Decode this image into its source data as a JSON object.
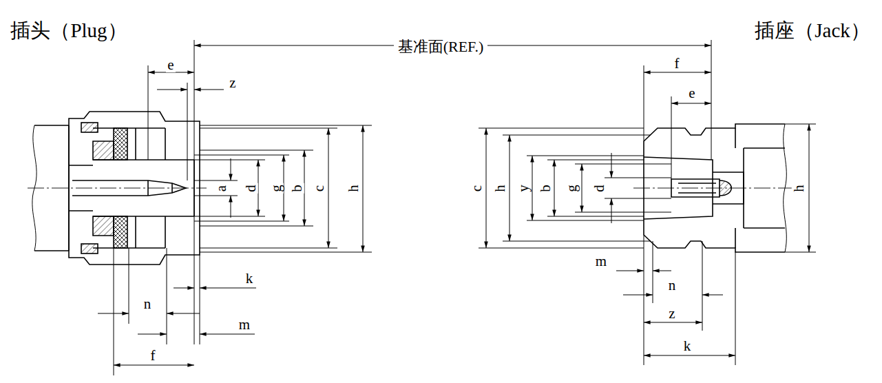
{
  "diagram": {
    "labels": [
      "插头（Plug）",
      "基准面(REF.)",
      "插座（Jack）",
      "e",
      "z",
      "a",
      "d",
      "g",
      "b",
      "c",
      "h",
      "k",
      "n",
      "m",
      "f",
      "f",
      "e",
      "c",
      "h",
      "y",
      "b",
      "g",
      "d",
      "h",
      "m",
      "n",
      "z",
      "k"
    ]
  }
}
